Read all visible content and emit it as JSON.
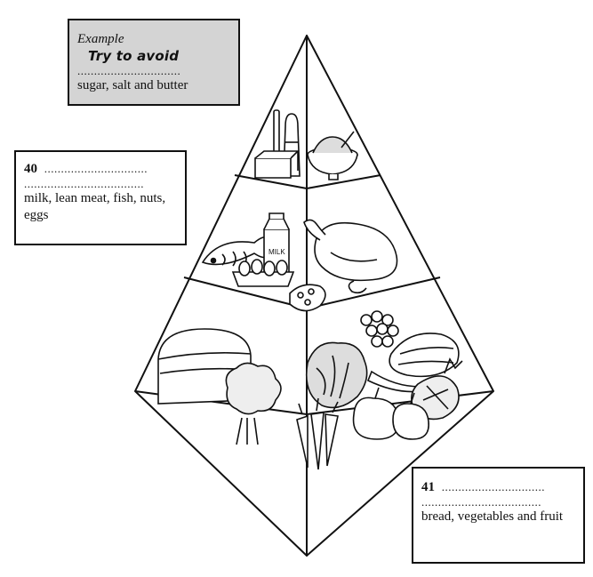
{
  "example_box": {
    "label": "Example",
    "answer": "Try to avoid",
    "dots": "...............................",
    "text": "sugar, salt and butter"
  },
  "box_40": {
    "number": "40",
    "dots_line1": "...............................",
    "dots_line2": "....................................",
    "text": "milk, lean meat, fish, nuts, eggs"
  },
  "box_41": {
    "number": "41",
    "dots_line1": "...............................",
    "dots_line2": "....................................",
    "text": "bread, vegetables and fruit"
  },
  "pyramid": {
    "tiers": [
      {
        "position": "top",
        "foods": [
          "butter",
          "salt-shaker",
          "bowl-of-sugar",
          "knife"
        ]
      },
      {
        "position": "middle",
        "foods": [
          "fish",
          "milk-carton",
          "eggs",
          "chicken",
          "nuts"
        ]
      },
      {
        "position": "bottom",
        "foods": [
          "bread-loaf",
          "broccoli",
          "lettuce",
          "carrots",
          "grapes",
          "melon",
          "banana",
          "pears",
          "pineapple"
        ]
      }
    ]
  }
}
